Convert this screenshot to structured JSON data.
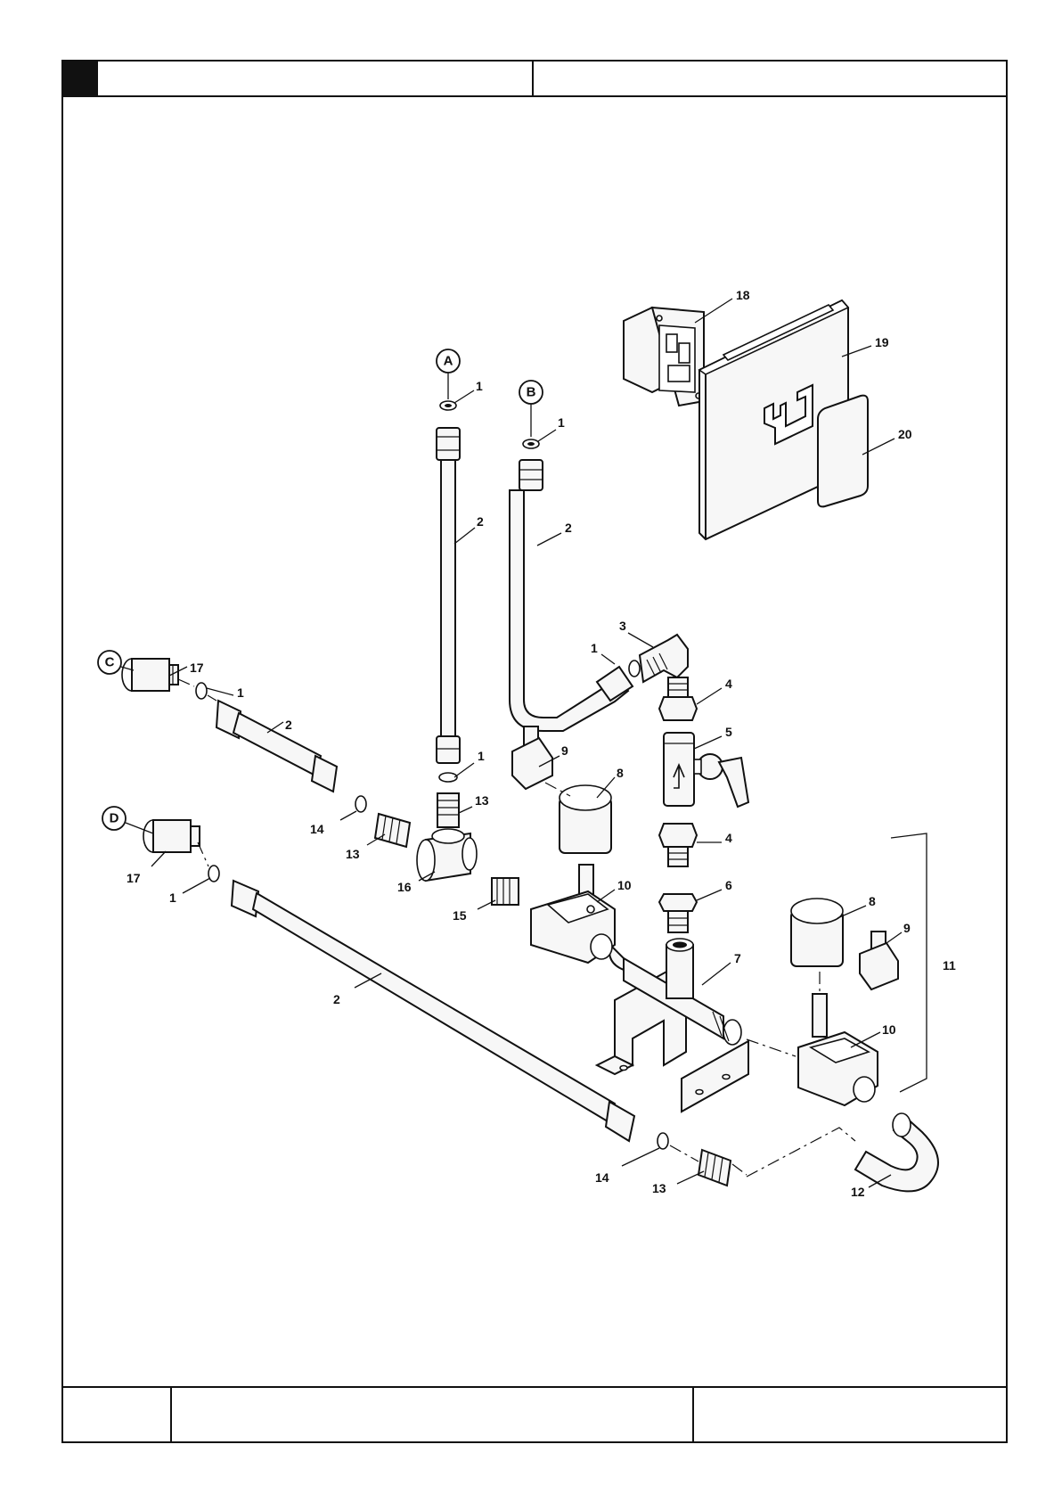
{
  "callout_letters": [
    "A",
    "B",
    "C",
    "D"
  ],
  "part_numbers": {
    "p1": "1",
    "p2": "2",
    "p3": "3",
    "p4": "4",
    "p5": "5",
    "p6": "6",
    "p7": "7",
    "p8": "8",
    "p9": "9",
    "p10": "10",
    "p11": "11",
    "p12": "12",
    "p13": "13",
    "p14": "14",
    "p15": "15",
    "p16": "16",
    "p17": "17",
    "p18": "18",
    "p19": "19",
    "p20": "20"
  },
  "colors": {
    "ink": "#111111",
    "paper": "#ffffff",
    "header_block": "#111111"
  }
}
